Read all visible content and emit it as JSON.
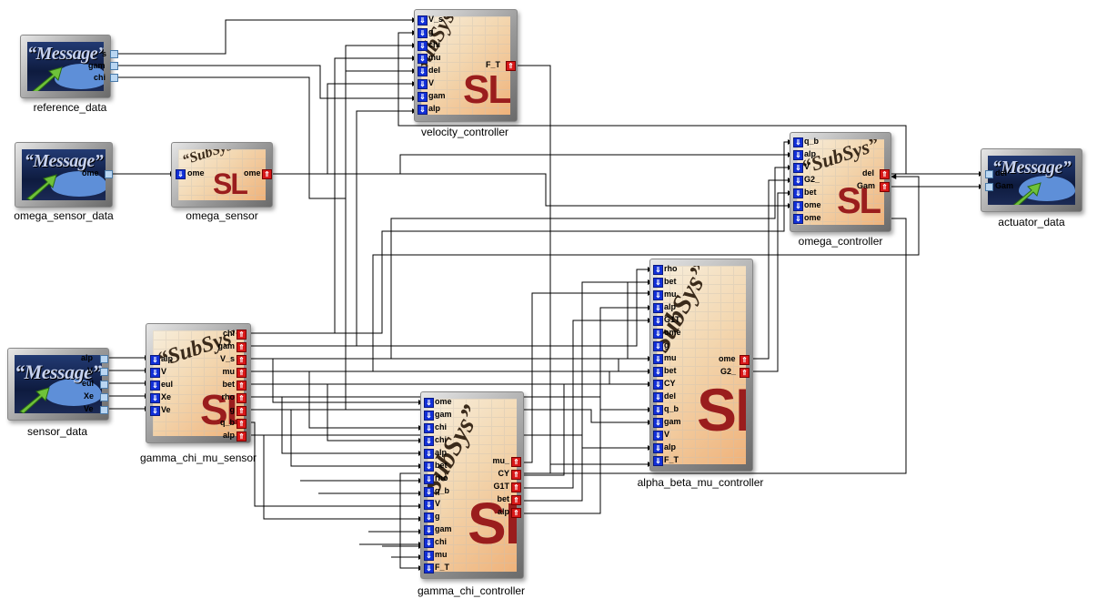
{
  "diagram": {
    "blocks": [
      {
        "id": "reference_data",
        "kind": "message",
        "title": "“Message”",
        "label": "reference_data",
        "inputs": [],
        "outputs": [
          "V_s",
          "gam",
          "chi"
        ],
        "outputs_visible": [
          "s",
          "gam",
          "chi"
        ]
      },
      {
        "id": "omega_sensor_data",
        "kind": "message",
        "title": "“Message”",
        "label": "omega_sensor_data",
        "inputs": [],
        "outputs": [
          "ome"
        ]
      },
      {
        "id": "sensor_data",
        "kind": "message",
        "title": "“Message”",
        "label": "sensor_data",
        "inputs": [],
        "outputs": [
          "alp",
          "V",
          "eul",
          "Xe",
          "Ve"
        ],
        "outputs_visible": [
          "alp",
          "V",
          "eul",
          "Xe",
          "Ve"
        ]
      },
      {
        "id": "actuator_data",
        "kind": "message",
        "title": "“Message”",
        "label": "actuator_data",
        "inputs": [
          "del",
          "Gam"
        ],
        "outputs": []
      },
      {
        "id": "omega_sensor",
        "kind": "subsys",
        "title": "“SubSys”",
        "logo": "SL",
        "label": "omega_sensor",
        "inputs": [
          "ome"
        ],
        "outputs": [
          "ome"
        ]
      },
      {
        "id": "velocity_controller",
        "kind": "subsys",
        "title": "“SubSys”",
        "logo": "SL",
        "label": "velocity_controller",
        "inputs": [
          "V_s",
          "g",
          "chi",
          "mu",
          "del",
          "V",
          "gam",
          "alp"
        ],
        "inputs_visible": [
          "V_s",
          "g",
          "chi",
          "mu",
          "del",
          "V",
          "gam",
          "alp"
        ],
        "outputs": [
          "F_T"
        ]
      },
      {
        "id": "omega_controller",
        "kind": "subsys",
        "title": "“SubSys”",
        "logo": "SL",
        "label": "omega_controller",
        "inputs": [
          "q_b",
          "alp",
          "V",
          "G2_",
          "bet",
          "ome",
          "ome"
        ],
        "outputs": [
          "del",
          "Gam"
        ]
      },
      {
        "id": "gamma_chi_mu_sensor",
        "kind": "subsys",
        "title": "“SubSys”",
        "logo": "SL",
        "label": "gamma_chi_mu_sensor",
        "inputs": [
          "alp",
          "V",
          "eul",
          "Xe",
          "Ve"
        ],
        "outputs": [
          "chi",
          "gam",
          "V_s",
          "mu",
          "bet",
          "rho",
          "g",
          "q_b",
          "alp"
        ]
      },
      {
        "id": "alpha_beta_mu_controller",
        "kind": "subsys",
        "title": "“SubSys”",
        "logo": "SL",
        "label": "alpha_beta_mu_controller",
        "inputs": [
          "rho",
          "bet",
          "mu_",
          "alp",
          "G1T",
          "ome",
          "g",
          "mu",
          "bet",
          "CY",
          "del",
          "q_b",
          "gam",
          "V",
          "alp",
          "F_T"
        ],
        "outputs": [
          "ome",
          "G2_"
        ]
      },
      {
        "id": "gamma_chi_controller",
        "kind": "subsys",
        "title": "“SubSys”",
        "logo": "SL",
        "label": "gamma_chi_controller",
        "inputs": [
          "ome",
          "gam",
          "chi",
          "chi",
          "alp",
          "bet",
          "rho",
          "q_b",
          "V",
          "g",
          "gam",
          "chi",
          "mu",
          "F_T"
        ],
        "outputs": [
          "mu_",
          "CY",
          "G1T",
          "bet",
          "alp"
        ]
      }
    ]
  }
}
